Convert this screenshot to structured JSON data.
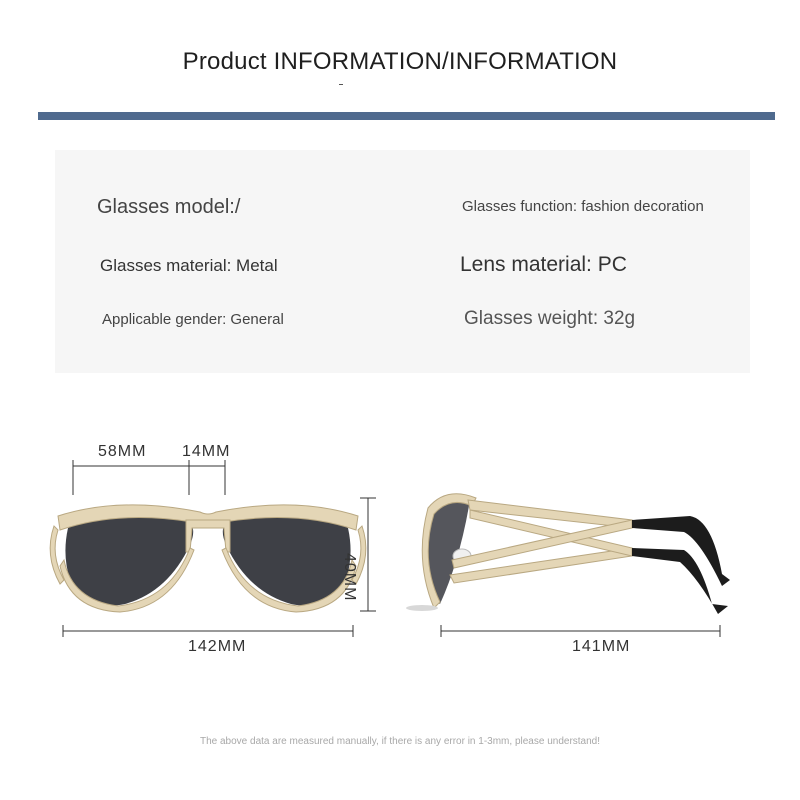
{
  "header": {
    "title": "Product INFORMATION/INFORMATION",
    "accent_color": "#4f6a8e"
  },
  "info": {
    "model": "Glasses model:/",
    "function": "Glasses function: fashion decoration",
    "material": "Glasses material: Metal",
    "lens": "Lens material: PC",
    "gender": "Applicable gender: General",
    "weight": "Glasses weight: 32g"
  },
  "dimensions": {
    "lens_width": "58MM",
    "bridge": "14MM",
    "lens_height": "40MM",
    "frame_width": "142MM",
    "temple_length": "141MM"
  },
  "footer": {
    "note": "The above data are measured manually, if there is any error in 1-3mm, please understand!"
  },
  "colors": {
    "frame_gold": "#d9c9a6",
    "lens_dark": "#3e4046",
    "temple_tip": "#1c1c1c"
  }
}
